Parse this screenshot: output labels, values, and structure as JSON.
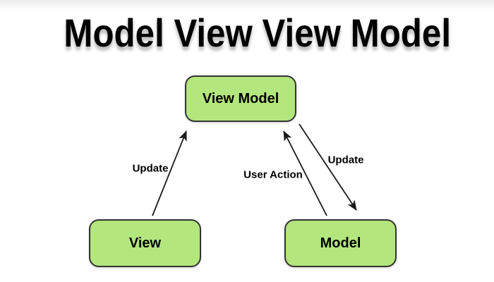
{
  "title": "Model View View Model",
  "diagram": {
    "type": "flow-diagram",
    "nodes": [
      {
        "id": "view-model",
        "label": "View Model"
      },
      {
        "id": "view",
        "label": "View"
      },
      {
        "id": "model",
        "label": "Model"
      }
    ],
    "edges": [
      {
        "from": "View",
        "to": "View Model",
        "label": "Update"
      },
      {
        "from": "View Model",
        "to": "Model",
        "label": "Update"
      },
      {
        "from": "Model",
        "to": "View Model",
        "label": "User Action"
      }
    ],
    "colors": {
      "node_fill": "#b3e67d",
      "node_border": "#333333",
      "arrow": "#1a1a1a",
      "title_text": "#000000"
    }
  }
}
